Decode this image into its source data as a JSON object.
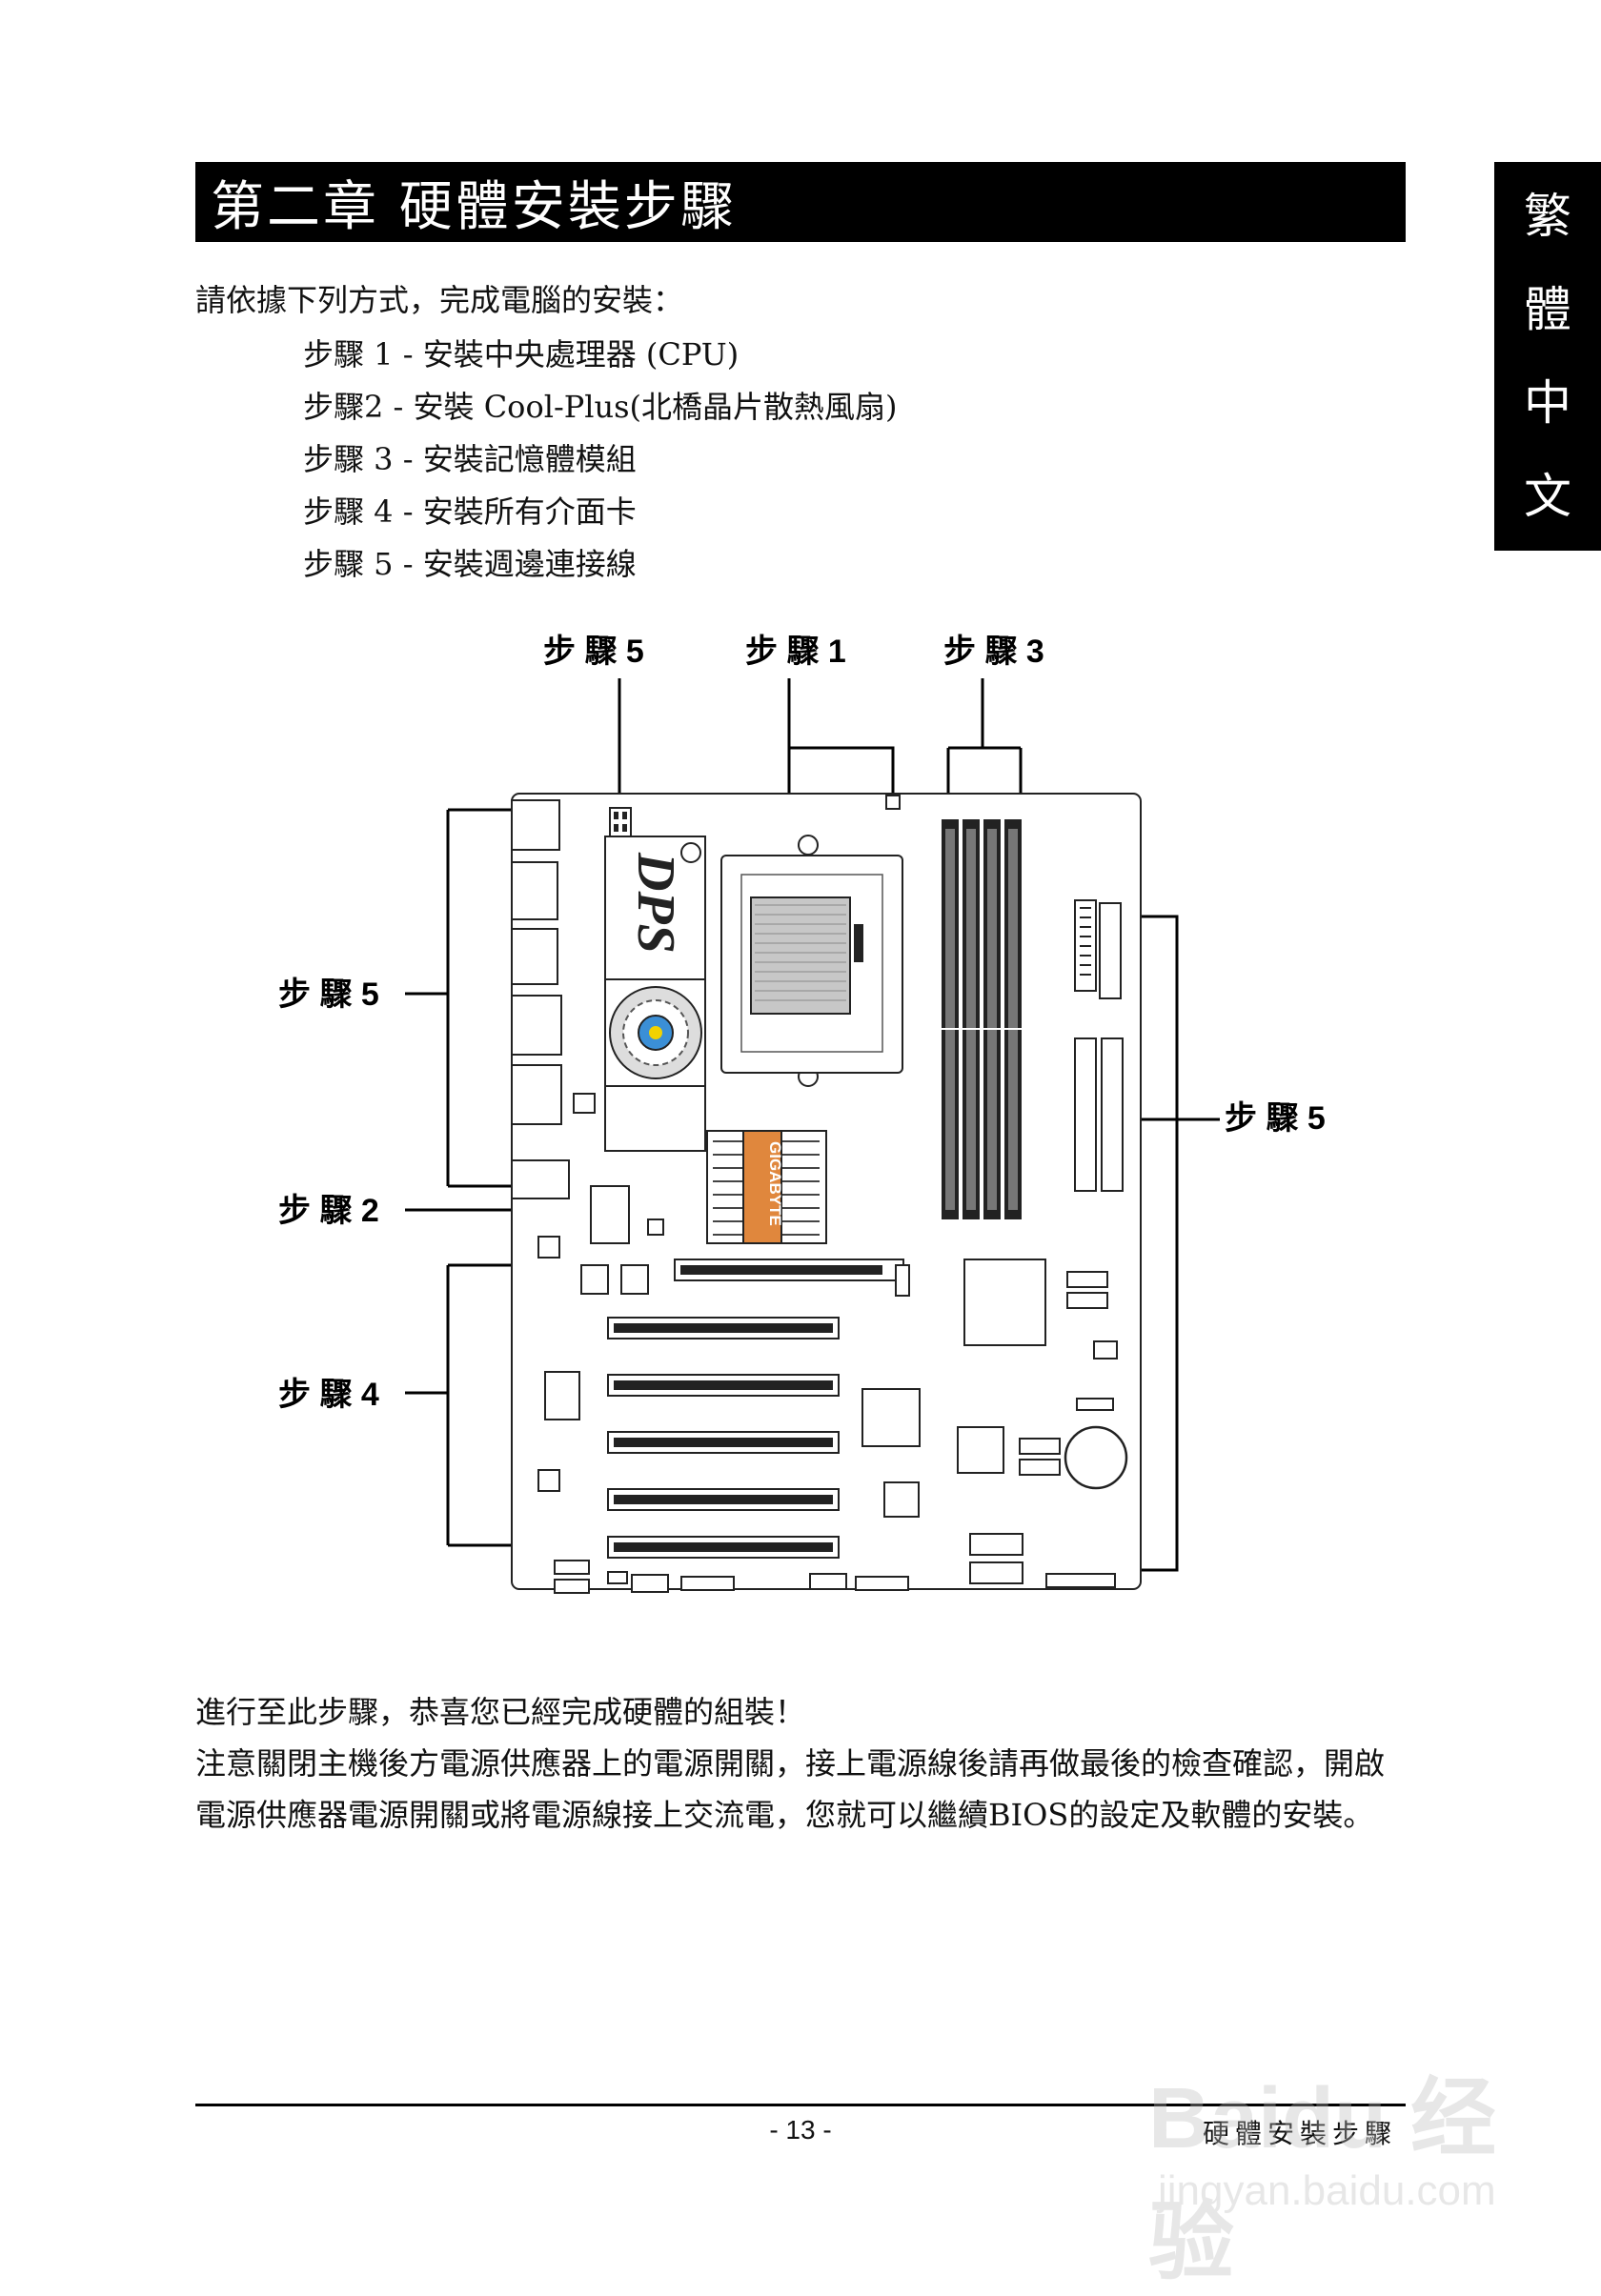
{
  "side_tab": [
    "繁",
    "體",
    "中",
    "文"
  ],
  "chapter_title": "第二章 硬體安裝步驟",
  "intro": "請依據下列方式，完成電腦的安裝：",
  "steps": [
    "步驟 1 - 安裝中央處理器 (CPU)",
    "步驟2 - 安裝 Cool-Plus(北橋晶片散熱風扇)",
    "步驟 3 - 安裝記憶體模組",
    "步驟 4 - 安裝所有介面卡",
    "步驟 5 - 安裝週邊連接線"
  ],
  "diagram": {
    "callouts": {
      "top_step5": "步 驟 5",
      "top_step1": "步 驟 1",
      "top_step3": "步 驟 3",
      "left_step5": "步 驟 5",
      "left_step2": "步 驟 2",
      "left_step4": "步 驟 4",
      "right_step5": "步 驟 5"
    },
    "board_labels": {
      "dps": "DPS",
      "chipset": "GIGABYTE"
    }
  },
  "outro": [
    "進行至此步驟，恭喜您已經完成硬體的組裝！",
    "注意關閉主機後方電源供應器上的電源開關，接上電源線後請再做最後的檢查確認，開啟電源供應器電源開關或將電源線接上交流電，您就可以繼續BIOS的設定及軟體的安裝。"
  ],
  "footer": {
    "page_number": "- 13 -",
    "section_title": "硬體安裝步驟"
  },
  "watermark": {
    "main": "Baidu 经验",
    "sub": "jingyan.baidu.com"
  }
}
